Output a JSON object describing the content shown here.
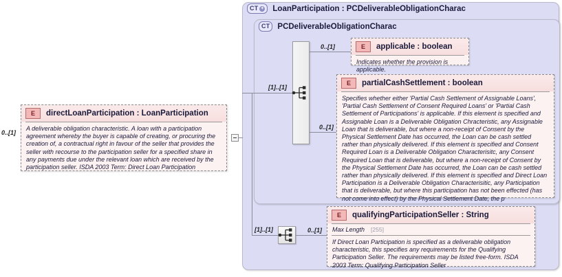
{
  "diagram": {
    "type": "xsd-schema-diagram",
    "title": "XSD element diagram for directLoanParticipation"
  },
  "left_element": {
    "badge": "E",
    "name": "directLoanParticipation : LoanParticipation",
    "cardinality": "0..[1]",
    "description": "A deliverable obligation characteristic. A loan with a participation agreement whereby the buyer is capable of creating, or procuring the creation of, a contractual right in favour of the seller that provides the seller with recourse to the participation seller for a specified share in any payments due under the relevant loan which are received by the participation seller. ISDA 2003 Term: Direct Loan Participation",
    "collapse_control": "minus"
  },
  "outer_type": {
    "badge": "CT",
    "badge_expand": "+",
    "title": "LoanParticipation : PCDeliverableObligationCharac"
  },
  "inner_type": {
    "badge": "CT",
    "title": "PCDeliverableObligationCharac"
  },
  "compositors": [
    {
      "name": "all-compositor-main",
      "icon": "all-icon",
      "incoming_cardinality": "[1]..[1]"
    },
    {
      "name": "all-compositor-secondary",
      "icon": "all-icon",
      "incoming_cardinality": "[1]..[1]"
    }
  ],
  "children": [
    {
      "badge": "E",
      "name": "applicable : boolean",
      "cardinality": "0..[1]",
      "description": "Indicates whether the provision is applicable.",
      "facets": []
    },
    {
      "badge": "E",
      "name": "partialCashSettlement : boolean",
      "cardinality": "0..[1]",
      "description": "Specifies whether either 'Partial Cash Settlement of Assignable Loans', 'Partial Cash Settlement of Consent Required Loans' or 'Partial Cash Settlement of Participations' is applicable. If this element is specified and Assignable Loan is a Deliverable Obligation Chracteristic, any Assignable Loan that is deliverable, but where a non-receipt of Consent by the Physical Settlement Date has occurred, the Loan can be cash settled rather than physically delivered. If this element is specified and Consent Required Loan is a Deliverable Obligation Characterisitc, any Consent Required Loan that is deliverable, but where a non-receipt of Consent by the Physical Settlement Date has occurred, the Loan can be cash settled rather than physically delivered. If this element is specified and Direct Loan Participation is a Deliverable Obligation Characterisitic, any Participation that is deliverable, but where this participation has not been effected (has not come into effect) by the Physical Settlement Date, the p",
      "facets": []
    },
    {
      "badge": "E",
      "name": "qualifyingParticipationSeller : String",
      "cardinality": "0..[1]",
      "description": "If Direct Loan Participation is specified as a deliverable obligation characteristic, this specifies any requirements for the Qualifying Participation Seller. The requirements may be listed free-form. ISDA 2003 Term: Qualifying Participation Seller",
      "facets": [
        {
          "label": "Max Length",
          "value": "[255]"
        }
      ]
    }
  ],
  "colors": {
    "type_box_fill": "#dcdcf5",
    "element_fill": "#fdf2f2",
    "element_header_fill": "#f7dede",
    "e_badge_fill": "#f3b9b9",
    "line": "#8a8a9a"
  }
}
